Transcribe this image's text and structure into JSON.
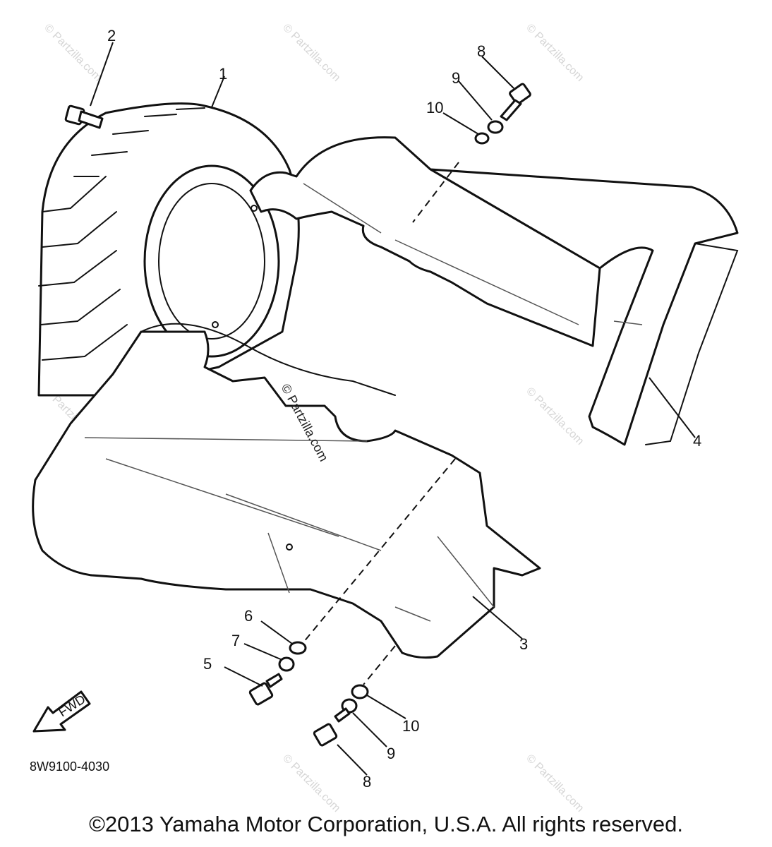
{
  "diagram": {
    "callouts": [
      "1",
      "2",
      "3",
      "4",
      "5",
      "6",
      "7",
      "8",
      "9",
      "10",
      "10",
      "9",
      "8"
    ],
    "fwd_label": "FWD",
    "drawing_code": "8W9100-4030",
    "watermark_center": "© Partzilla.com",
    "watermark_tile": "© Partzilla.com"
  },
  "footer": {
    "copyright": "©2013  Yamaha Motor Corporation, U.S.A. All rights reserved."
  }
}
